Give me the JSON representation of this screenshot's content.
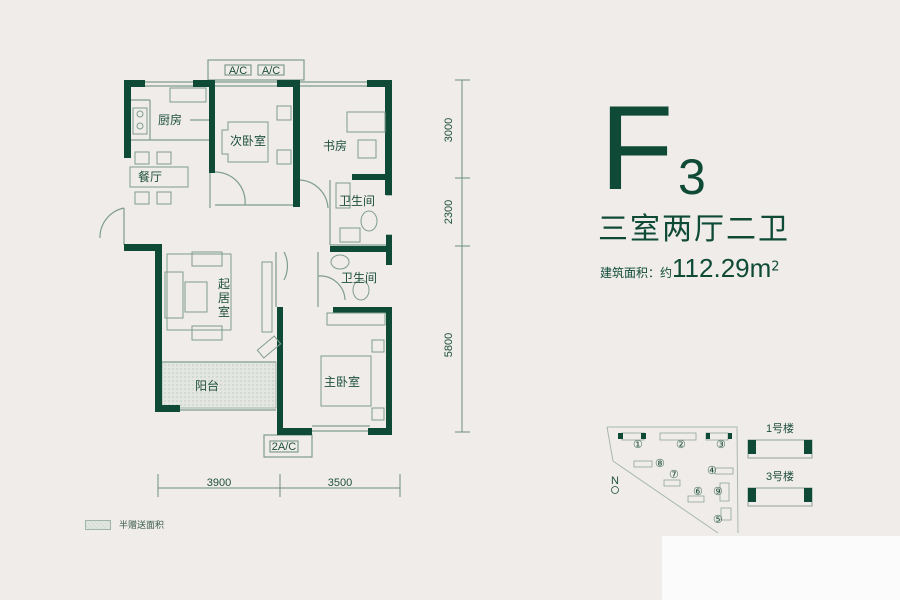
{
  "plan": {
    "unit_name": "F",
    "unit_number": "3",
    "layout": "三室两厅二卫",
    "area_label": "建筑面积：约",
    "area_value": "112.29m",
    "area_unit_sup": "2"
  },
  "rooms": {
    "kitchen": "厨房",
    "second_bedroom": "次卧室",
    "study": "书房",
    "dining": "餐厅",
    "bathroom_1": "卫生间",
    "bathroom_2": "卫生间",
    "living_1": "起",
    "living_2": "居",
    "living_3": "室",
    "balcony": "阳台",
    "master_bedroom": "主卧室"
  },
  "ac_labels": [
    "A/C",
    "A/C",
    "2A/C"
  ],
  "dimensions": {
    "vertical": [
      "3000",
      "2300",
      "5800"
    ],
    "horizontal": [
      "3900",
      "3500"
    ]
  },
  "legend": {
    "half_area": "半赠送面积"
  },
  "site_map": {
    "north": "N",
    "building_numbers": [
      "①",
      "②",
      "③",
      "④",
      "⑤",
      "⑥",
      "⑦",
      "⑧",
      "⑨"
    ],
    "building_1": "1号楼",
    "building_3": "3号楼"
  },
  "colors": {
    "primary": "#0f4a37",
    "line": "#7f9d8f",
    "background": "#efecea"
  }
}
